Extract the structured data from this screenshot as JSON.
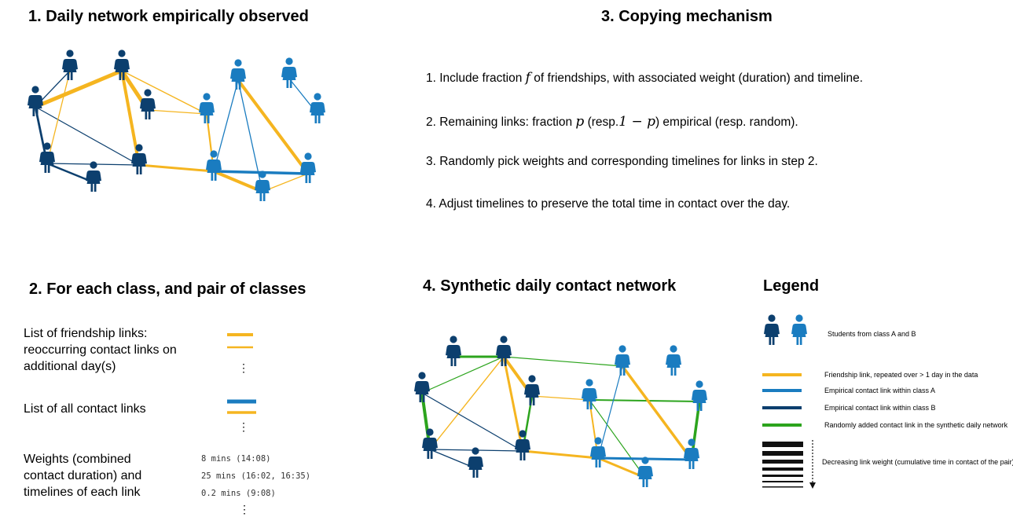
{
  "colors": {
    "class_a": "#1a7cc0",
    "class_b": "#0c3f6e",
    "friendship": "#f5b520",
    "random": "#2ca41d"
  },
  "icons": {
    "student_class_a": "person-icon",
    "student_class_b": "person-icon",
    "weight_arrow": "dotted-down-arrow-icon"
  },
  "panel1": {
    "title": "1. Daily network empirically observed"
  },
  "panel2": {
    "title": "2. For each class, and pair of classes",
    "friendship_label": "List of friendship links: reoccurring contact links on additional day(s)",
    "contact_label": "List of all contact links",
    "weights_label": "Weights (combined contact duration) and timelines of each link",
    "weight_entries": [
      "8 mins (14:08)",
      "25 mins (16:02, 16:35)",
      "0.2 mins (9:08)"
    ],
    "ellipsis": "⋮"
  },
  "panel3": {
    "title": "3. Copying mechanism",
    "steps": [
      {
        "pre": "1. Include fraction ",
        "var": "f",
        "post": " of friendships, with associated weight (duration) and timeline."
      },
      {
        "pre": "2. Remaining links: fraction ",
        "var": "p",
        "mid": " (resp.",
        "expr": "1 − p",
        "post": ") empirical (resp. random)."
      },
      {
        "text": "3. Randomly pick weights and corresponding timelines for links in step 2."
      },
      {
        "text": "4. Adjust timelines to preserve the total time in contact over the day."
      }
    ]
  },
  "panel4": {
    "title": "4. Synthetic daily contact network"
  },
  "legend": {
    "title": "Legend",
    "students": "Students from class A and B",
    "friendship": "Friendship link, repeated over > 1 day in the data",
    "within_a": "Empirical contact link within class A",
    "within_b": "Empirical contact link within class B",
    "random": "Randomly added contact link in the synthetic daily network",
    "weight": "Decreasing link weight (cumulative time in contact of the pair)"
  }
}
